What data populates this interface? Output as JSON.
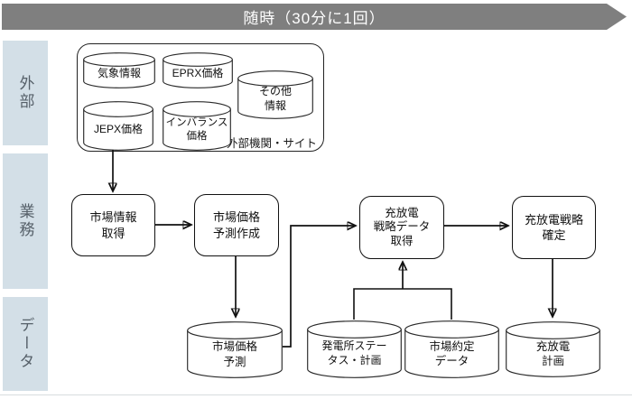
{
  "header": {
    "label": "随時（30分に1回）"
  },
  "lanes": {
    "external": "外部",
    "business": "業務",
    "data": "データ"
  },
  "external_group": {
    "caption": "外部機関・サイト",
    "weather": "気象情報",
    "eprx": "EPRX価格",
    "other": "その他\n情報",
    "jepx": "JEPX価格",
    "imbalance": "インバランス\n価格"
  },
  "processes": {
    "acquire_market_info": "市場情報\n取得",
    "create_price_forecast": "市場価格\n予測作成",
    "acquire_strategy_data": "充放電\n戦略データ\n取得",
    "fix_strategy": "充放電戦略\n確定"
  },
  "datastores": {
    "market_price_forecast": "市場価格\n予測",
    "plant_status_plan": "発電所ステー\nタス・計画",
    "market_contract_data": "市場約定\nデータ",
    "charge_discharge_plan": "充放電\n計画"
  },
  "colors": {
    "banner_bg": "#7f7f7f",
    "banner_text": "#ffffff",
    "lane_bg": "#d3dfe7",
    "lane_text": "#566069",
    "line": "#111111",
    "shape_fill": "#ffffff"
  }
}
